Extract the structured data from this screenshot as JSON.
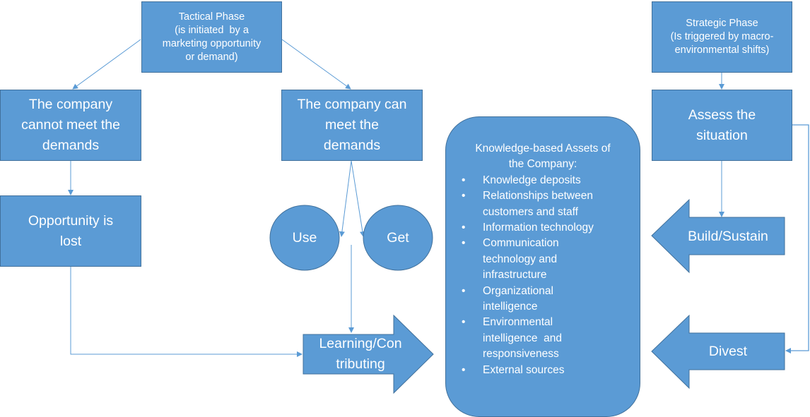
{
  "colors": {
    "shape_fill": "#5B9BD5",
    "shape_border": "#41719C",
    "connector": "#5B9BD5",
    "text": "#FFFFFF"
  },
  "tactical": {
    "phase_box": {
      "title": "Tactical Phase",
      "lines": [
        "Tactical Phase",
        "(is initiated  by a",
        "marketing opportunity",
        "or demand)"
      ]
    },
    "cannot_meet": {
      "lines": [
        "The company",
        "cannot meet the",
        "demands"
      ]
    },
    "can_meet": {
      "lines": [
        "The company can",
        "meet the",
        "demands"
      ]
    },
    "opportunity_lost": {
      "lines": [
        "Opportunity is",
        "lost"
      ]
    },
    "use": {
      "label": "Use"
    },
    "get": {
      "label": "Get"
    },
    "learning": {
      "lines": [
        "Learning/Con",
        "tributing"
      ]
    }
  },
  "knowledge_assets": {
    "title_lines": [
      "Knowledge-based Assets of",
      "the Company:"
    ],
    "items": [
      [
        "Knowledge deposits"
      ],
      [
        "Relationships between",
        "customers and staff"
      ],
      [
        "Information technology"
      ],
      [
        "Communication",
        "technology and",
        "infrastructure"
      ],
      [
        "Organizational",
        "intelligence"
      ],
      [
        "Environmental",
        "intelligence  and",
        "responsiveness"
      ],
      [
        "External sources"
      ]
    ]
  },
  "strategic": {
    "phase_box": {
      "lines": [
        "Strategic Phase",
        "(Is triggered by macro-",
        "environmental shifts)"
      ]
    },
    "assess": {
      "lines": [
        "Assess the",
        "situation"
      ]
    },
    "build_sustain": {
      "label": "Build/Sustain"
    },
    "divest": {
      "label": "Divest"
    }
  }
}
